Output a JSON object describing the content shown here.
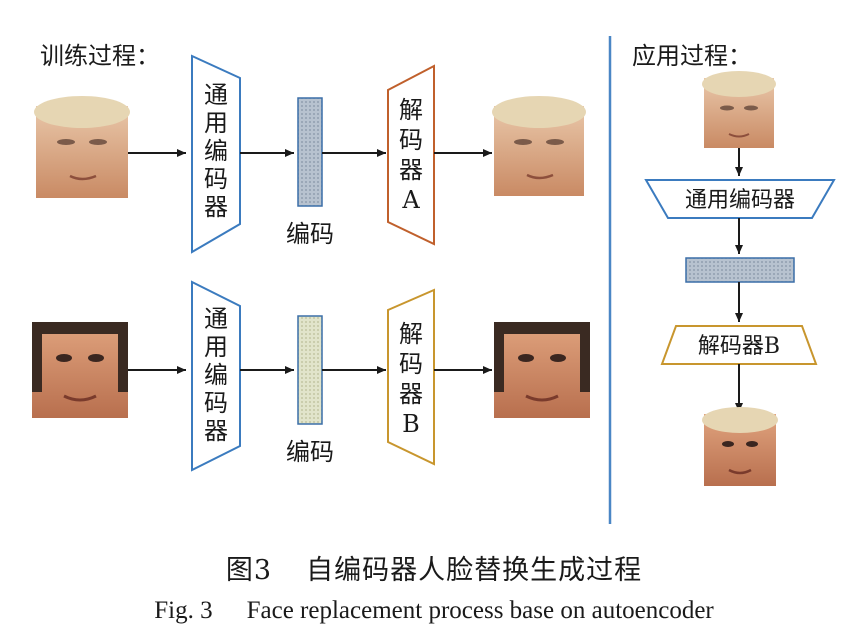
{
  "training": {
    "title": "训练过程：",
    "encoder_chars": [
      "通",
      "用",
      "编",
      "码",
      "器"
    ],
    "code_label": "编码",
    "decoder_a_chars": [
      "解",
      "码",
      "器",
      "A"
    ],
    "decoder_b_chars": [
      "解",
      "码",
      "器",
      "B"
    ]
  },
  "application": {
    "title": "应用过程：",
    "encoder_label": "通用编码器",
    "decoder_label": "解码器B"
  },
  "caption": {
    "cn_number": "图3",
    "cn_text": "自编码器人脸替换生成过程",
    "en_number": "Fig. 3",
    "en_text": "Face replacement process base on autoencoder"
  },
  "colors": {
    "encoder": "#3b7bbf",
    "decoder_a": "#c0602c",
    "decoder_b": "#c8962e",
    "code_a_fill": "#a9b6c6",
    "code_b_fill": "#d8dcc0",
    "divider": "#4a86c5"
  }
}
